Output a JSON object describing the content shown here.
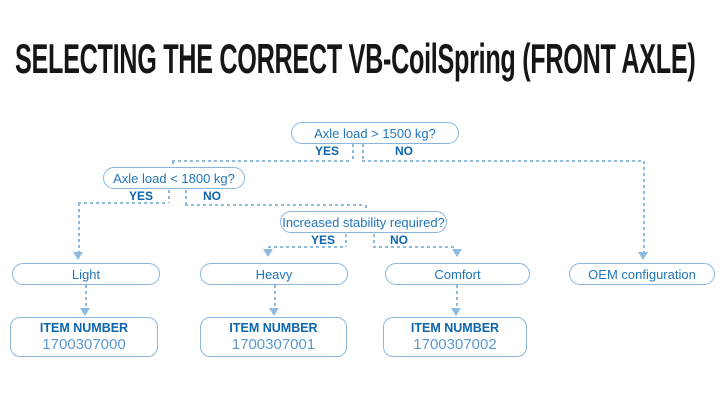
{
  "title": "SELECTING THE CORRECT VB-CoilSpring (FRONT AXLE)",
  "colors": {
    "title_text": "#161616",
    "accent_dark_blue": "#0d65ae",
    "accent_mid_blue": "#2276bc",
    "accent_light_blue": "#8ab6dd",
    "connector_blue": "#8fbbe0",
    "background": "#ffffff"
  },
  "flowchart": {
    "decisions": [
      {
        "question": "Axle load > 1500 kg?",
        "yes_label": "YES",
        "no_label": "NO"
      },
      {
        "question": "Axle load < 1800 kg?",
        "yes_label": "YES",
        "no_label": "NO"
      },
      {
        "question": "Increased stability required?",
        "yes_label": "YES",
        "no_label": "NO"
      }
    ],
    "outcomes": [
      {
        "label": "Light",
        "item_number_label": "ITEM NUMBER",
        "item_number": "1700307000"
      },
      {
        "label": "Heavy",
        "item_number_label": "ITEM NUMBER",
        "item_number": "1700307001"
      },
      {
        "label": "Comfort",
        "item_number_label": "ITEM NUMBER",
        "item_number": "1700307002"
      },
      {
        "label": "OEM configuration"
      }
    ]
  }
}
